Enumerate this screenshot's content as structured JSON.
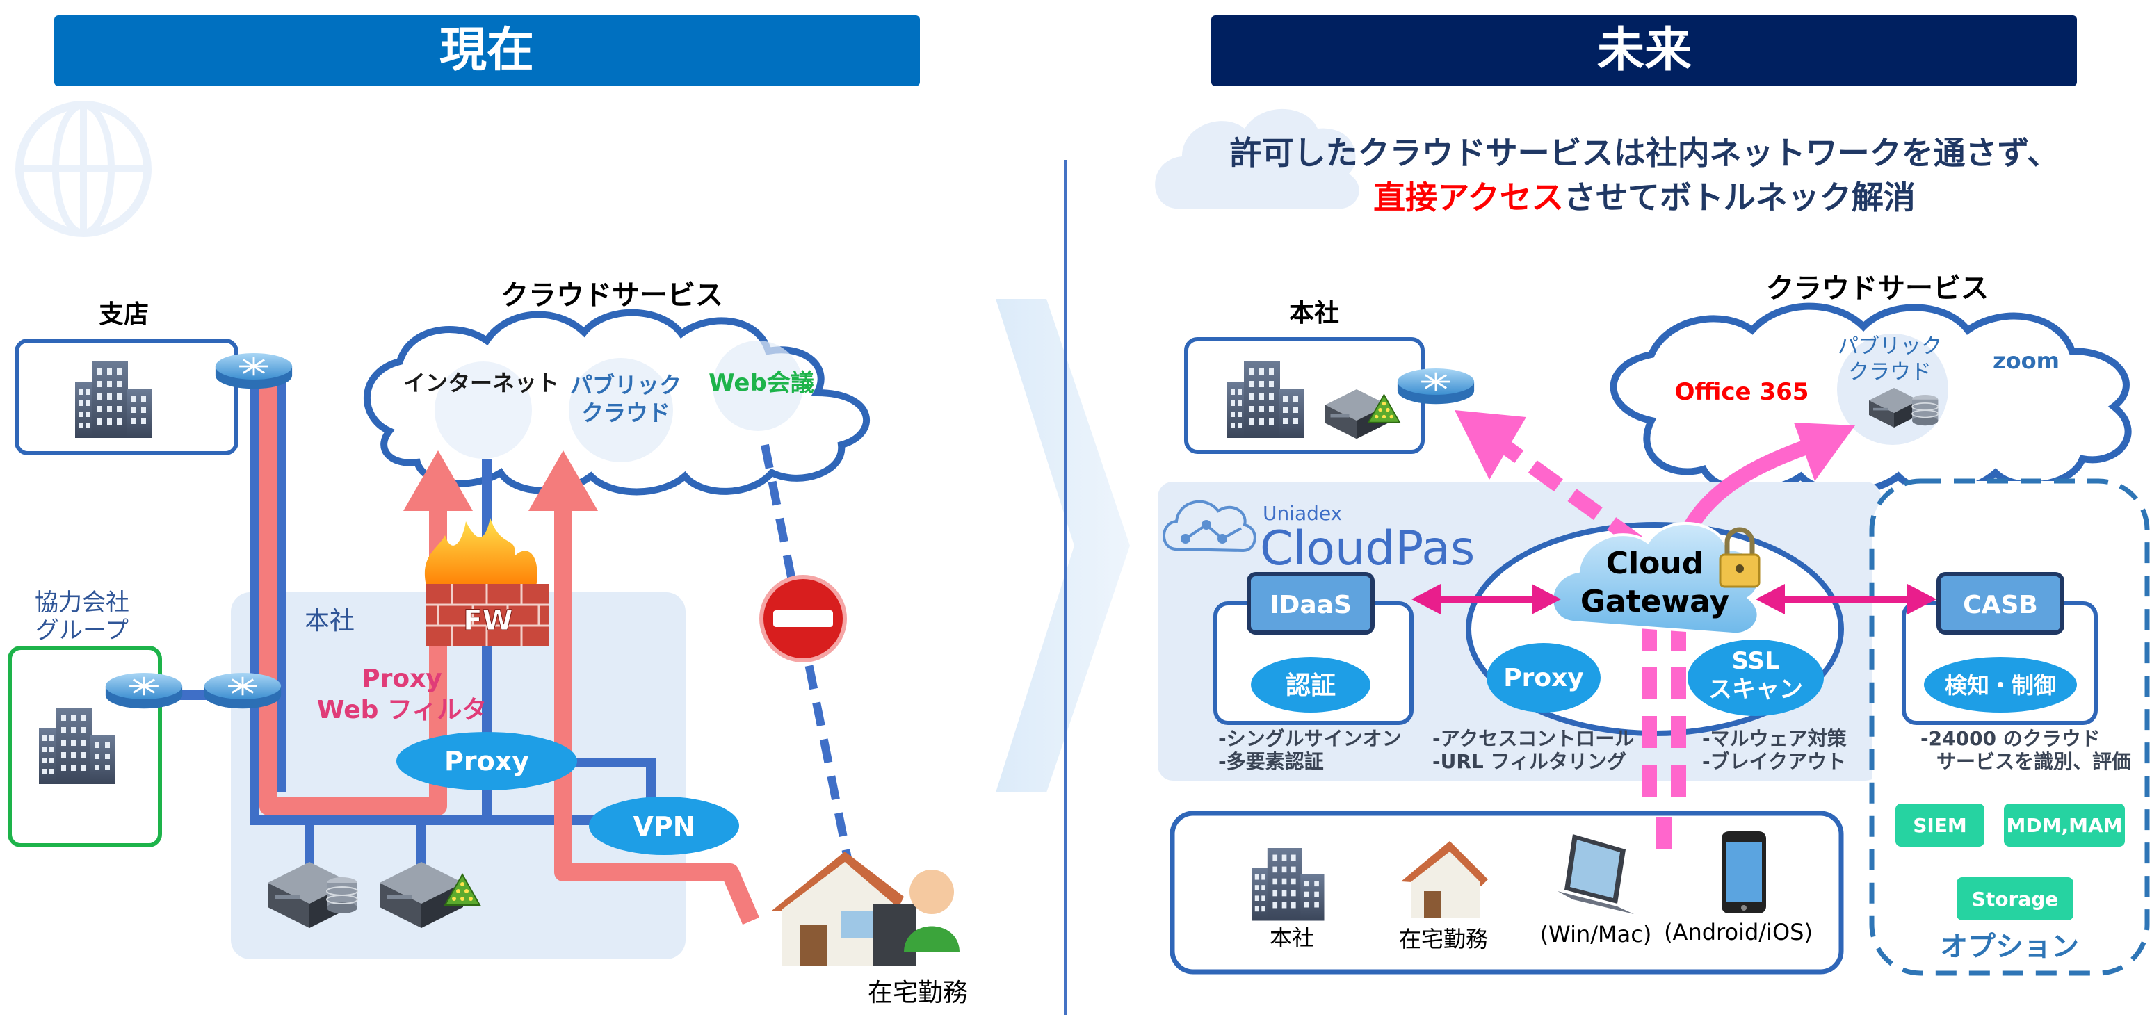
{
  "left": {
    "header": "現在",
    "cloud_title": "クラウドサービス",
    "internet": "インターネット",
    "public_cloud": [
      "パブリック",
      "クラウド"
    ],
    "web_meeting": "Web会議",
    "branch": "支店",
    "partner": [
      "協力会社",
      "グループ"
    ],
    "hq": "本社",
    "fw": "FW",
    "proxy_label": [
      "Proxy",
      "Web フィルタ"
    ],
    "proxy": "Proxy",
    "vpn": "VPN",
    "remote_work": "在宅勤務"
  },
  "right": {
    "header": "未来",
    "headline_line1": "許可したクラウドサービスは社内ネットワークを通さず、",
    "headline_red": "直接アクセス",
    "headline_rest": "させてボトルネック解消",
    "hq": "本社",
    "cloud_title": "クラウドサービス",
    "office365": "Office 365",
    "public_cloud": [
      "パブリック",
      "クラウド"
    ],
    "zoom": "zoom",
    "brand_small": "Uniadex",
    "brand": "CloudPas",
    "gateway": [
      "Cloud",
      "Gateway"
    ],
    "idaas": "IDaaS",
    "auth": "認証",
    "proxy": "Proxy",
    "ssl": [
      "SSL",
      "スキャン"
    ],
    "casb": "CASB",
    "detect": "検知・制御",
    "idaas_notes": [
      "-シングルサインオン",
      "-多要素認証"
    ],
    "proxy_notes": [
      "-アクセスコントロール",
      "-URL フィルタリング"
    ],
    "ssl_notes": [
      "-マルウェア対策",
      "-ブレイクアウト"
    ],
    "casb_notes": [
      "-24000 のクラウド",
      "サービスを識別、評価"
    ],
    "options": [
      "SIEM",
      "MDM,MAM",
      "Storage"
    ],
    "option_title": "オプション",
    "devices": [
      "本社",
      "在宅勤務",
      "(Win/Mac)",
      "(Android/iOS)"
    ]
  },
  "colors": {
    "left_header": "#0070C0",
    "right_header": "#002060",
    "blue_line": "#3F6FC7",
    "red_path": "#F47C7C",
    "pink": "#FF66CC",
    "magenta": "#E91E8C",
    "ellipse": "#1E9EE6",
    "green": "#1DB34A",
    "red_text": "#FF0000",
    "navy": "#203864"
  }
}
